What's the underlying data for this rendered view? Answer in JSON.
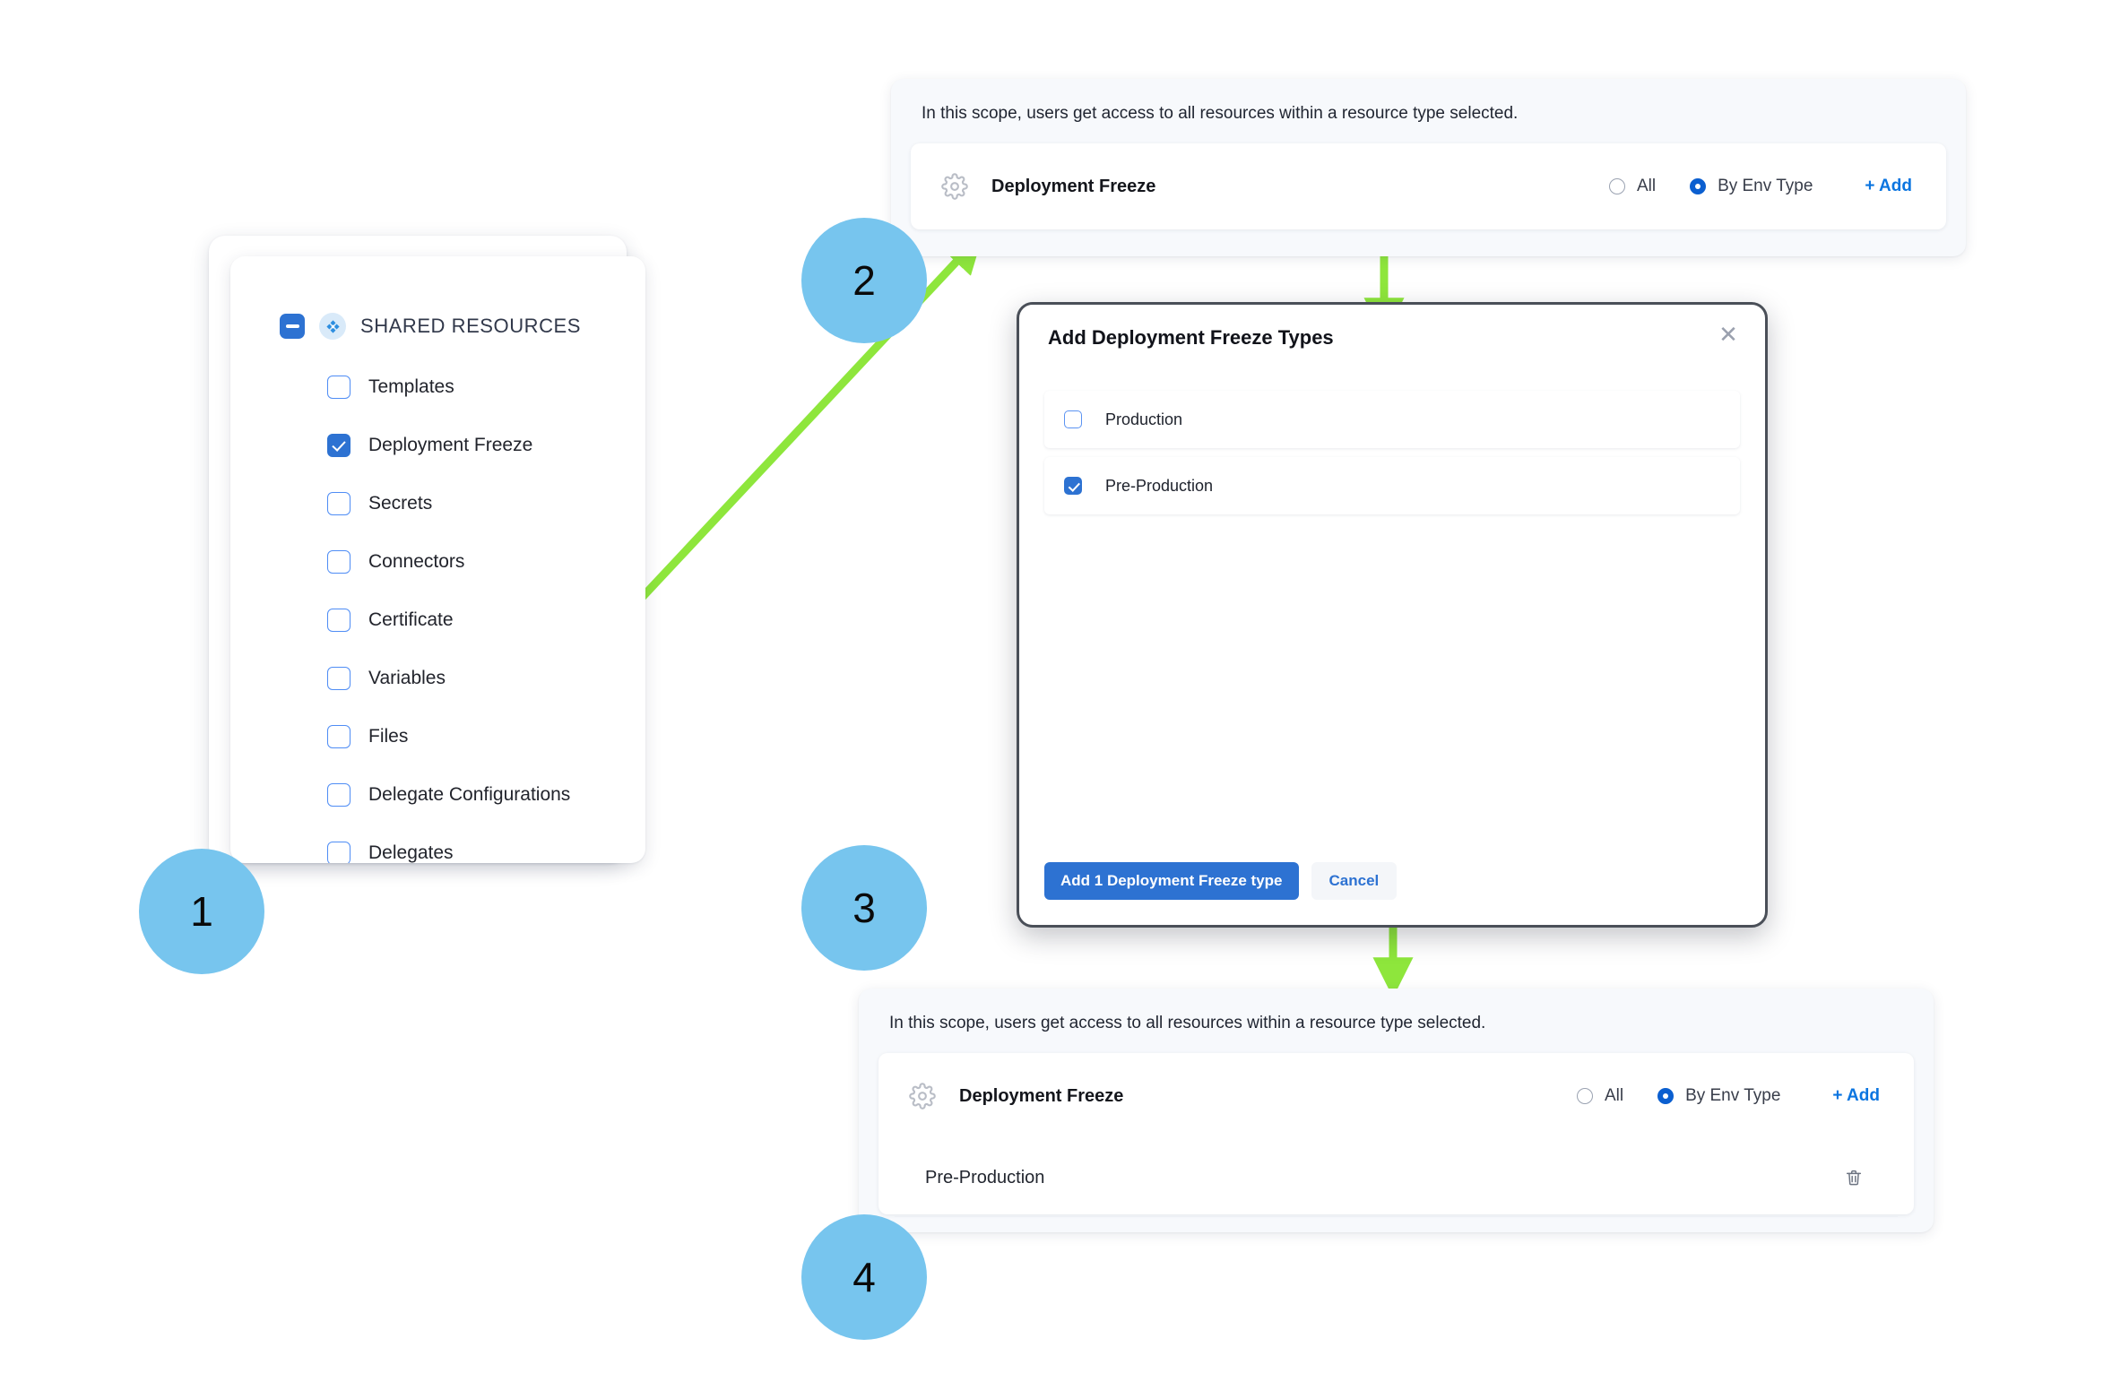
{
  "theme": {
    "accent_blue": "#2d72d2",
    "link_blue": "#0b75e0",
    "arrow_green": "#8ee63c",
    "step_circle_blue": "#77c5ee",
    "panel_bg": "#f7f9fc"
  },
  "resource_tree": {
    "group_label": "SHARED RESOURCES",
    "group_icon": "resource-diamond-icon",
    "collapse_icon": "minus-collapse-icon",
    "items": [
      {
        "label": "Templates",
        "checked": false
      },
      {
        "label": "Deployment Freeze",
        "checked": true
      },
      {
        "label": "Secrets",
        "checked": false
      },
      {
        "label": "Connectors",
        "checked": false
      },
      {
        "label": "Certificate",
        "checked": false
      },
      {
        "label": "Variables",
        "checked": false
      },
      {
        "label": "Files",
        "checked": false
      },
      {
        "label": "Delegate Configurations",
        "checked": false
      },
      {
        "label": "Delegates",
        "checked": false
      }
    ]
  },
  "scope_panel_top": {
    "description": "In this scope, users get access to all resources within a resource type selected.",
    "resource_icon": "gear-icon",
    "resource_name": "Deployment Freeze",
    "radio_all_label": "All",
    "radio_all_selected": false,
    "radio_env_label": "By Env Type",
    "radio_env_selected": true,
    "add_label": "+ Add"
  },
  "modal": {
    "title": "Add Deployment Freeze Types",
    "close_icon": "close-icon",
    "options": [
      {
        "label": "Production",
        "checked": false
      },
      {
        "label": "Pre-Production",
        "checked": true
      }
    ],
    "primary_button": "Add 1 Deployment Freeze type",
    "cancel_button": "Cancel"
  },
  "scope_panel_bottom": {
    "description": "In this scope, users get access to all resources within a resource type selected.",
    "resource_icon": "gear-icon",
    "resource_name": "Deployment Freeze",
    "radio_all_label": "All",
    "radio_all_selected": false,
    "radio_env_label": "By Env Type",
    "radio_env_selected": true,
    "add_label": "+ Add",
    "selected_values": [
      {
        "label": "Pre-Production",
        "delete_icon": "trash-icon"
      }
    ]
  },
  "steps": [
    {
      "number": "1"
    },
    {
      "number": "2"
    },
    {
      "number": "3"
    },
    {
      "number": "4"
    }
  ]
}
